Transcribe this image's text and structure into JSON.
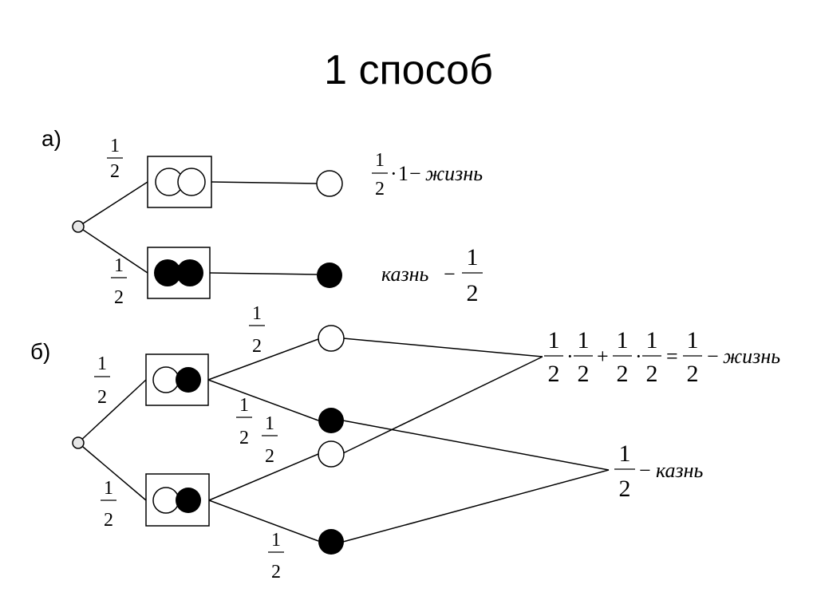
{
  "title": "1 способ",
  "part_a_label": "а)",
  "part_b_label": "б)",
  "half": {
    "num": "1",
    "den": "2"
  },
  "one": "1",
  "cdot": "·",
  "minus": "−",
  "plus": "+",
  "equals": "=",
  "word_life": "жизнь",
  "word_death": "казнь",
  "colors": {
    "line": "#000000",
    "white_ball": "#ffffff",
    "black_ball": "#000000",
    "root_node": "#e6e6e6"
  }
}
